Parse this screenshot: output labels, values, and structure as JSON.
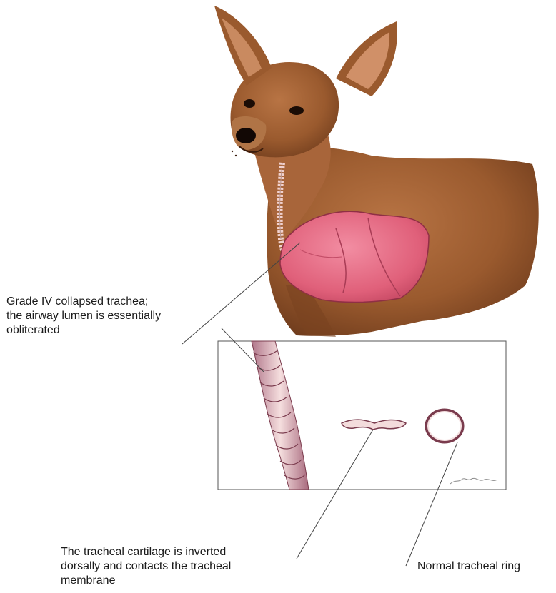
{
  "labels": {
    "collapsed_trachea": [
      "Grade IV collapsed trachea;",
      "the airway lumen is essentially",
      "obliterated"
    ],
    "inverted_cartilage": [
      "The tracheal cartilage is inverted",
      "dorsally and contacts the tracheal",
      "membrane"
    ],
    "normal_ring": [
      "Normal tracheal ring"
    ]
  },
  "colors": {
    "fur": "#9a5a2e",
    "fur_dark": "#6e3b1c",
    "lung": "#e0607a",
    "trachea": "#f2d2cf"
  }
}
